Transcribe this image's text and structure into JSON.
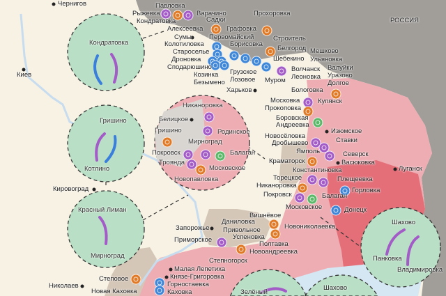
{
  "map": {
    "country_label": "РОССИЯ",
    "places": [
      "Чернигов",
      "Киев",
      "Кировоград",
      "Николаев",
      "Степовое",
      "Новая Каховка",
      "Рыжевка",
      "Павловка",
      "Варачино",
      "Кондратовка",
      "Садки",
      "Алексеевка",
      "Графовка",
      "Сумы",
      "Первомайский",
      "Колотиловка",
      "Староселье",
      "Дроновка",
      "Сподарюшино",
      "Козинка",
      "Безымено",
      "Грузское",
      "Лозовое",
      "Муром",
      "Прохоровка",
      "Строитель",
      "Белгород",
      "Шебекино",
      "Борисовка",
      "Волчанск",
      "Леоновка",
      "Мешково",
      "Ульяновка",
      "Валуйки",
      "Уразово",
      "Долгое",
      "Харьков",
      "Бологовка",
      "Московка",
      "Прокоповка",
      "Купянск",
      "Боровская",
      "Андреевка",
      "Изюмское",
      "Новосёловка",
      "Дробышево",
      "Ставки",
      "Ямполь",
      "Северск",
      "Краматорск",
      "Васюковка",
      "Константиновка",
      "Луганск",
      "Торецкое",
      "Плещеевка",
      "Никаноровка",
      "Горловка",
      "Покровск",
      "Балаган",
      "Московское",
      "Донецк",
      "Вишнёвое",
      "Даниловка",
      "Новониколаевка",
      "Привольное",
      "Успеновка",
      "Запорожье",
      "Полтавка",
      "Новоандреевка",
      "Приморское",
      "Степногорск",
      "Малая Лепетиха",
      "Князе-Григоровка",
      "Горностаевка",
      "Каховка",
      "Шахово",
      "Зелёный",
      "Панковка",
      "Владимировка",
      "Шахово"
    ],
    "inset_circles": [
      {
        "labels": [
          "Кондратовка"
        ]
      },
      {
        "labels": [
          "Гришино",
          "Котлино"
        ]
      },
      {
        "labels": [
          "Красный Лиман",
          "Мирноград"
        ]
      },
      {
        "labels": [
          "Никаноровка",
          "Белицкое",
          "Гришино",
          "Родинское",
          "Мирноград",
          "Покровск",
          "Балаган",
          "Троянда",
          "Московское",
          "Новопавловка"
        ]
      }
    ],
    "marker_icons": {
      "o": "explosion-icon",
      "p": "artillery-icon",
      "b": "drone-strike-icon",
      "g": "captured-settlement-icon"
    },
    "colors": {
      "territory_ukraine": "#f7f2e4",
      "territory_russia": "#9f9c98",
      "occupied": "#eeabb1",
      "contested": "#e56f78",
      "inset": "#b9e0c6",
      "water": "#d6e7f4"
    }
  }
}
